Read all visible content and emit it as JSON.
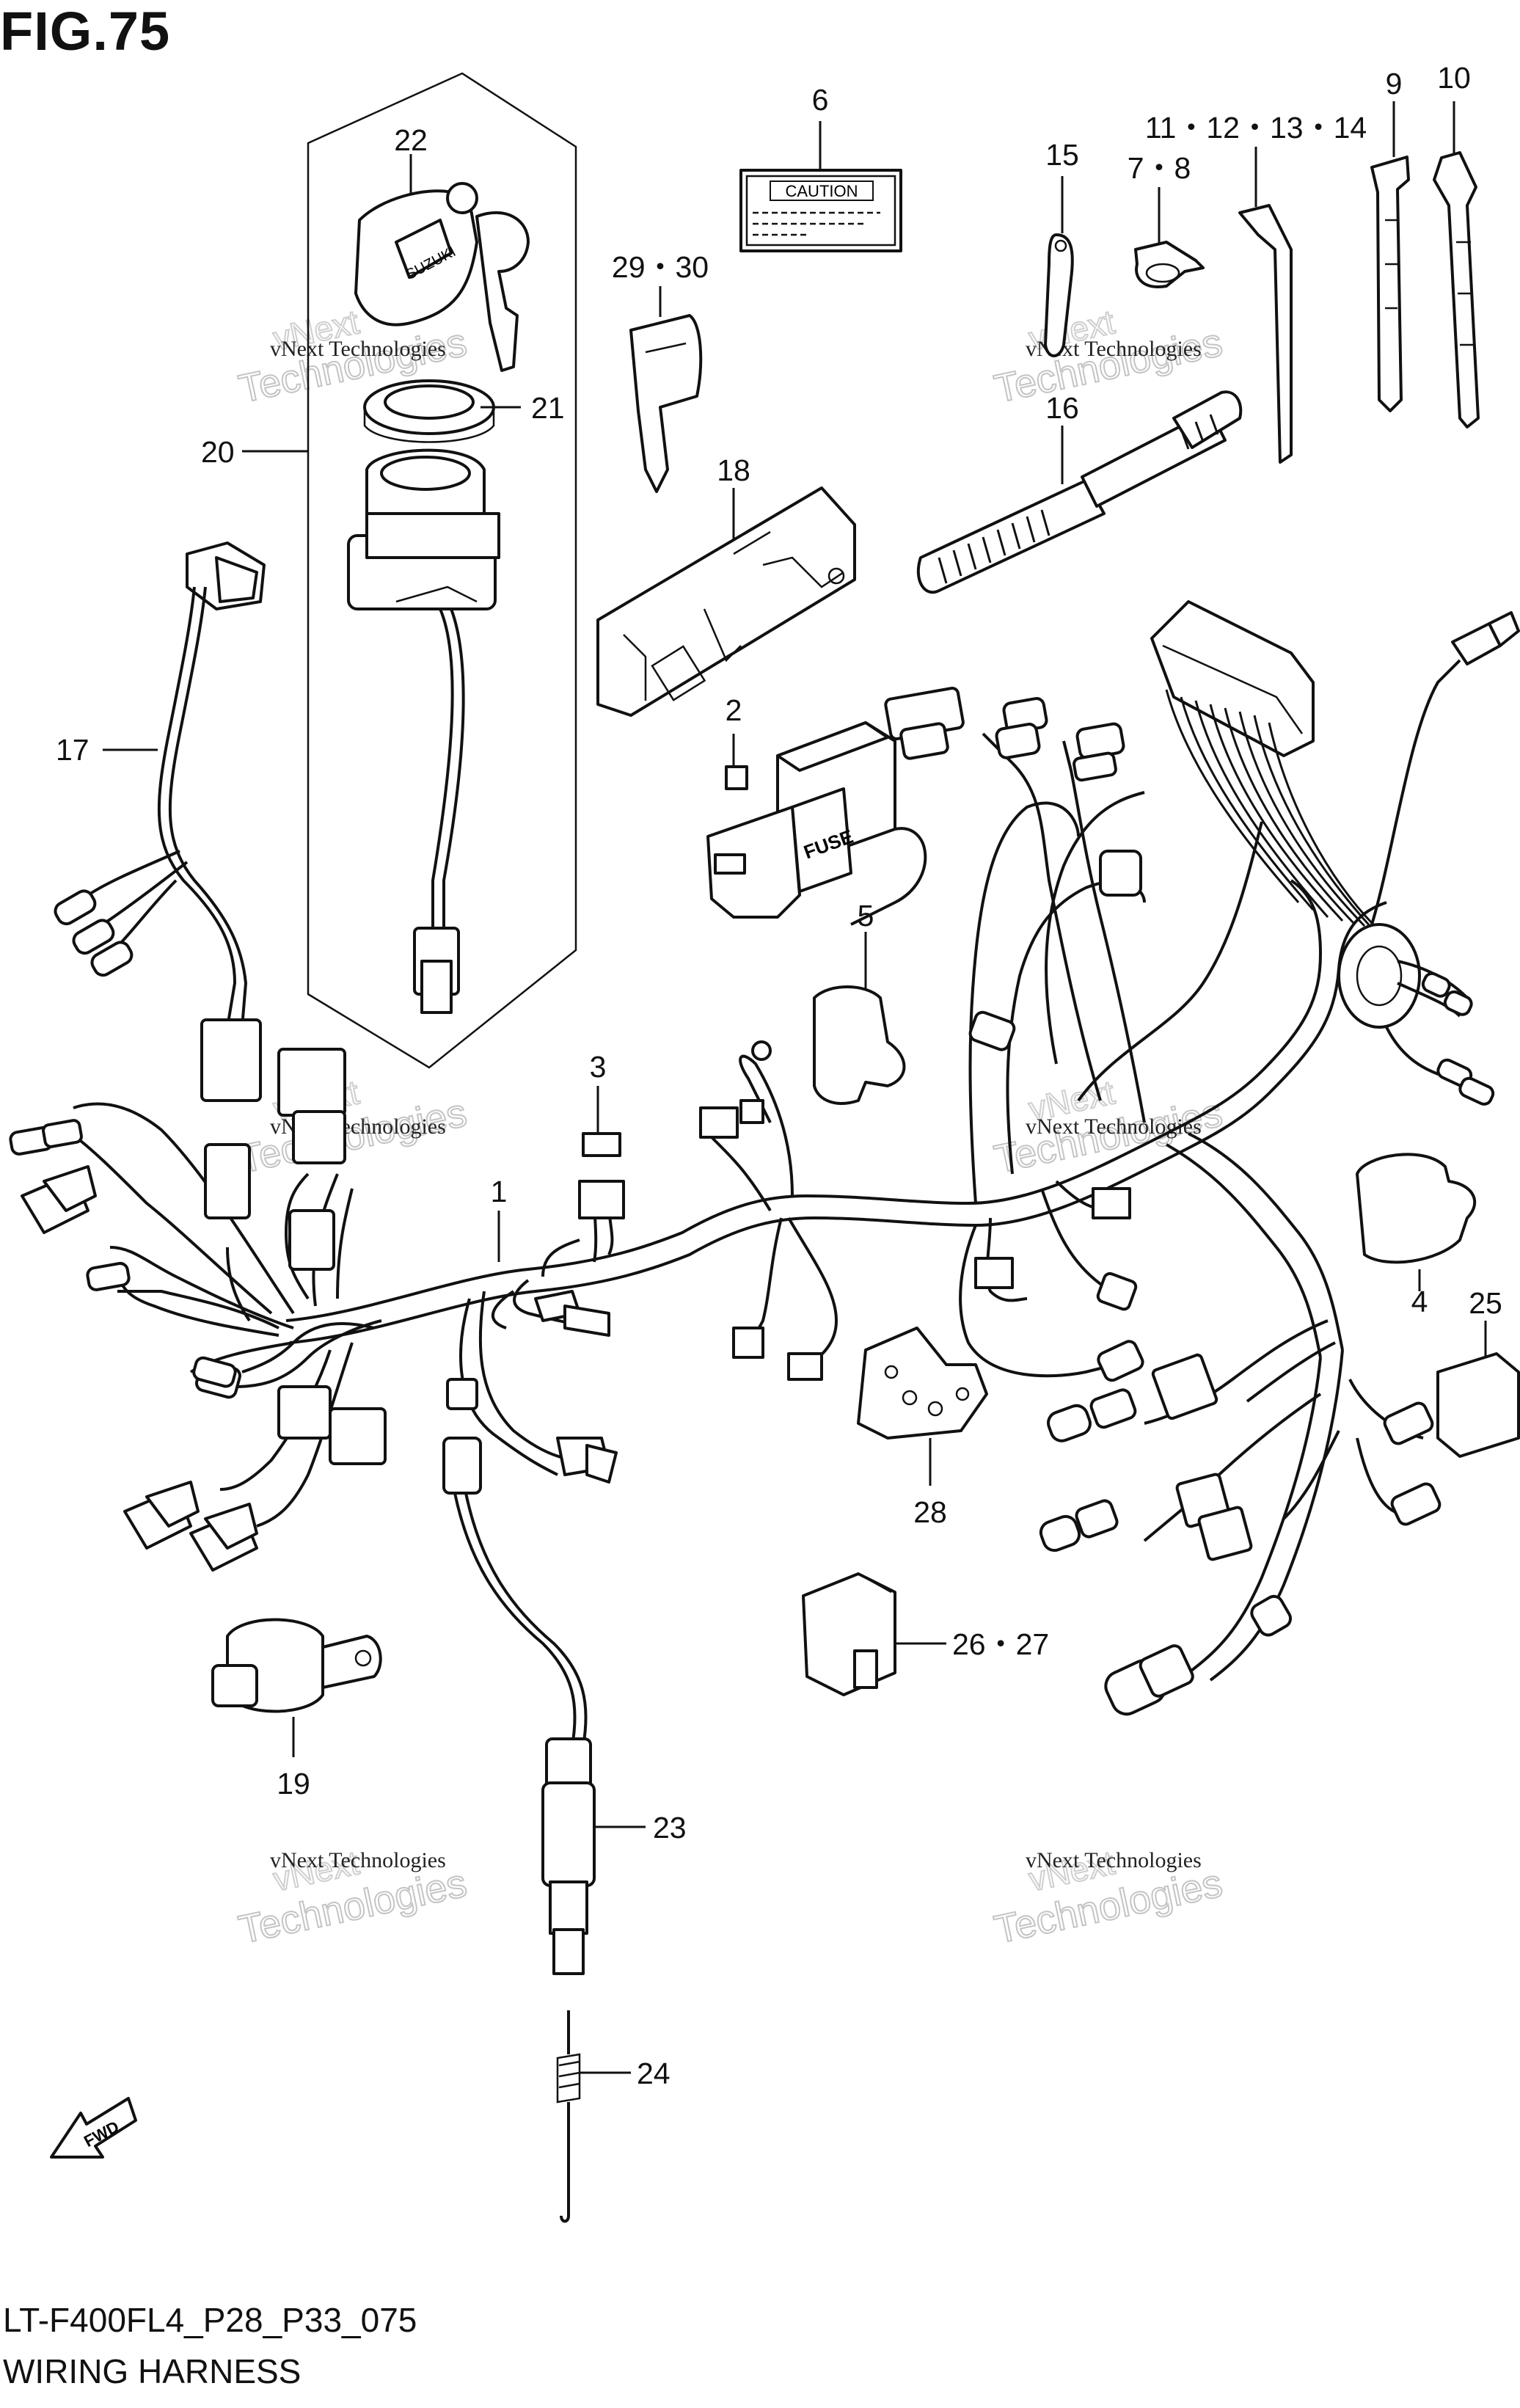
{
  "figure": {
    "title": "FIG.75",
    "model_code": "LT-F400FL4_P28_P33_075",
    "name": "WIRING HARNESS"
  },
  "callouts": [
    {
      "id": "c1",
      "label": "1"
    },
    {
      "id": "c2",
      "label": "2"
    },
    {
      "id": "c3",
      "label": "3"
    },
    {
      "id": "c4",
      "label": "4"
    },
    {
      "id": "c5",
      "label": "5"
    },
    {
      "id": "c6",
      "label": "6"
    },
    {
      "id": "c7",
      "label": "7・8"
    },
    {
      "id": "c9",
      "label": "9"
    },
    {
      "id": "c10",
      "label": "10"
    },
    {
      "id": "c11",
      "label": "11・12・13・14"
    },
    {
      "id": "c15",
      "label": "15"
    },
    {
      "id": "c16",
      "label": "16"
    },
    {
      "id": "c17",
      "label": "17"
    },
    {
      "id": "c18",
      "label": "18"
    },
    {
      "id": "c19",
      "label": "19"
    },
    {
      "id": "c20",
      "label": "20"
    },
    {
      "id": "c21",
      "label": "21"
    },
    {
      "id": "c22",
      "label": "22"
    },
    {
      "id": "c23",
      "label": "23"
    },
    {
      "id": "c24",
      "label": "24"
    },
    {
      "id": "c25",
      "label": "25"
    },
    {
      "id": "c26",
      "label": "26・27"
    },
    {
      "id": "c28",
      "label": "28"
    },
    {
      "id": "c29",
      "label": "29・30"
    }
  ],
  "part_markings": {
    "caution_label": "CAUTION",
    "fuse_box": "FUSE",
    "key_brand": "SUZUKI",
    "fwd_arrow": "FWD"
  },
  "watermark": {
    "company": "vNext Technologies",
    "word1": "vNext",
    "word2": "Technologies"
  }
}
